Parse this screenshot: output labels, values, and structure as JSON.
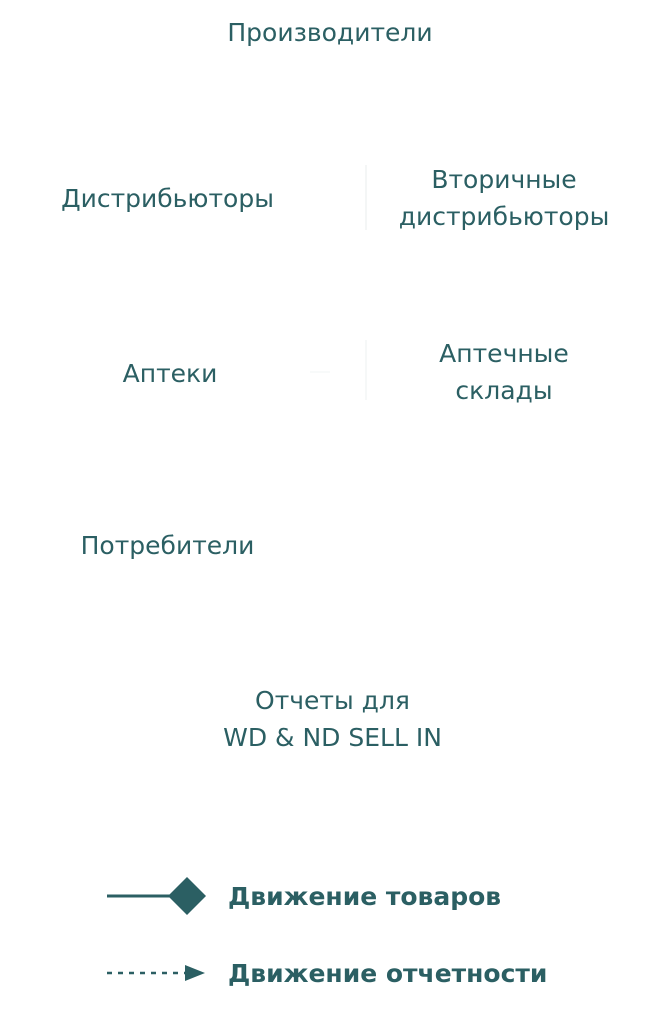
{
  "colors": {
    "text": "#2b5f63",
    "accent": "#2b5f63",
    "background": "#ffffff"
  },
  "nodes": {
    "producers": "Производители",
    "distributors": "Дистрибьюторы",
    "secondary_line1": "Вторичные",
    "secondary_line2": "дистрибьюторы",
    "pharmacies": "Аптеки",
    "warehouses_line1": "Аптечные",
    "warehouses_line2": "склады",
    "consumers": "Потребители",
    "reports_line1": "Отчеты для",
    "reports_line2": "WD & ND SELL IN"
  },
  "legend": {
    "goods_label": "Движение товаров",
    "goods_icon": "solid-line-diamond-icon",
    "reports_label": "Движение отчетности",
    "reports_icon": "dashed-arrow-icon"
  }
}
